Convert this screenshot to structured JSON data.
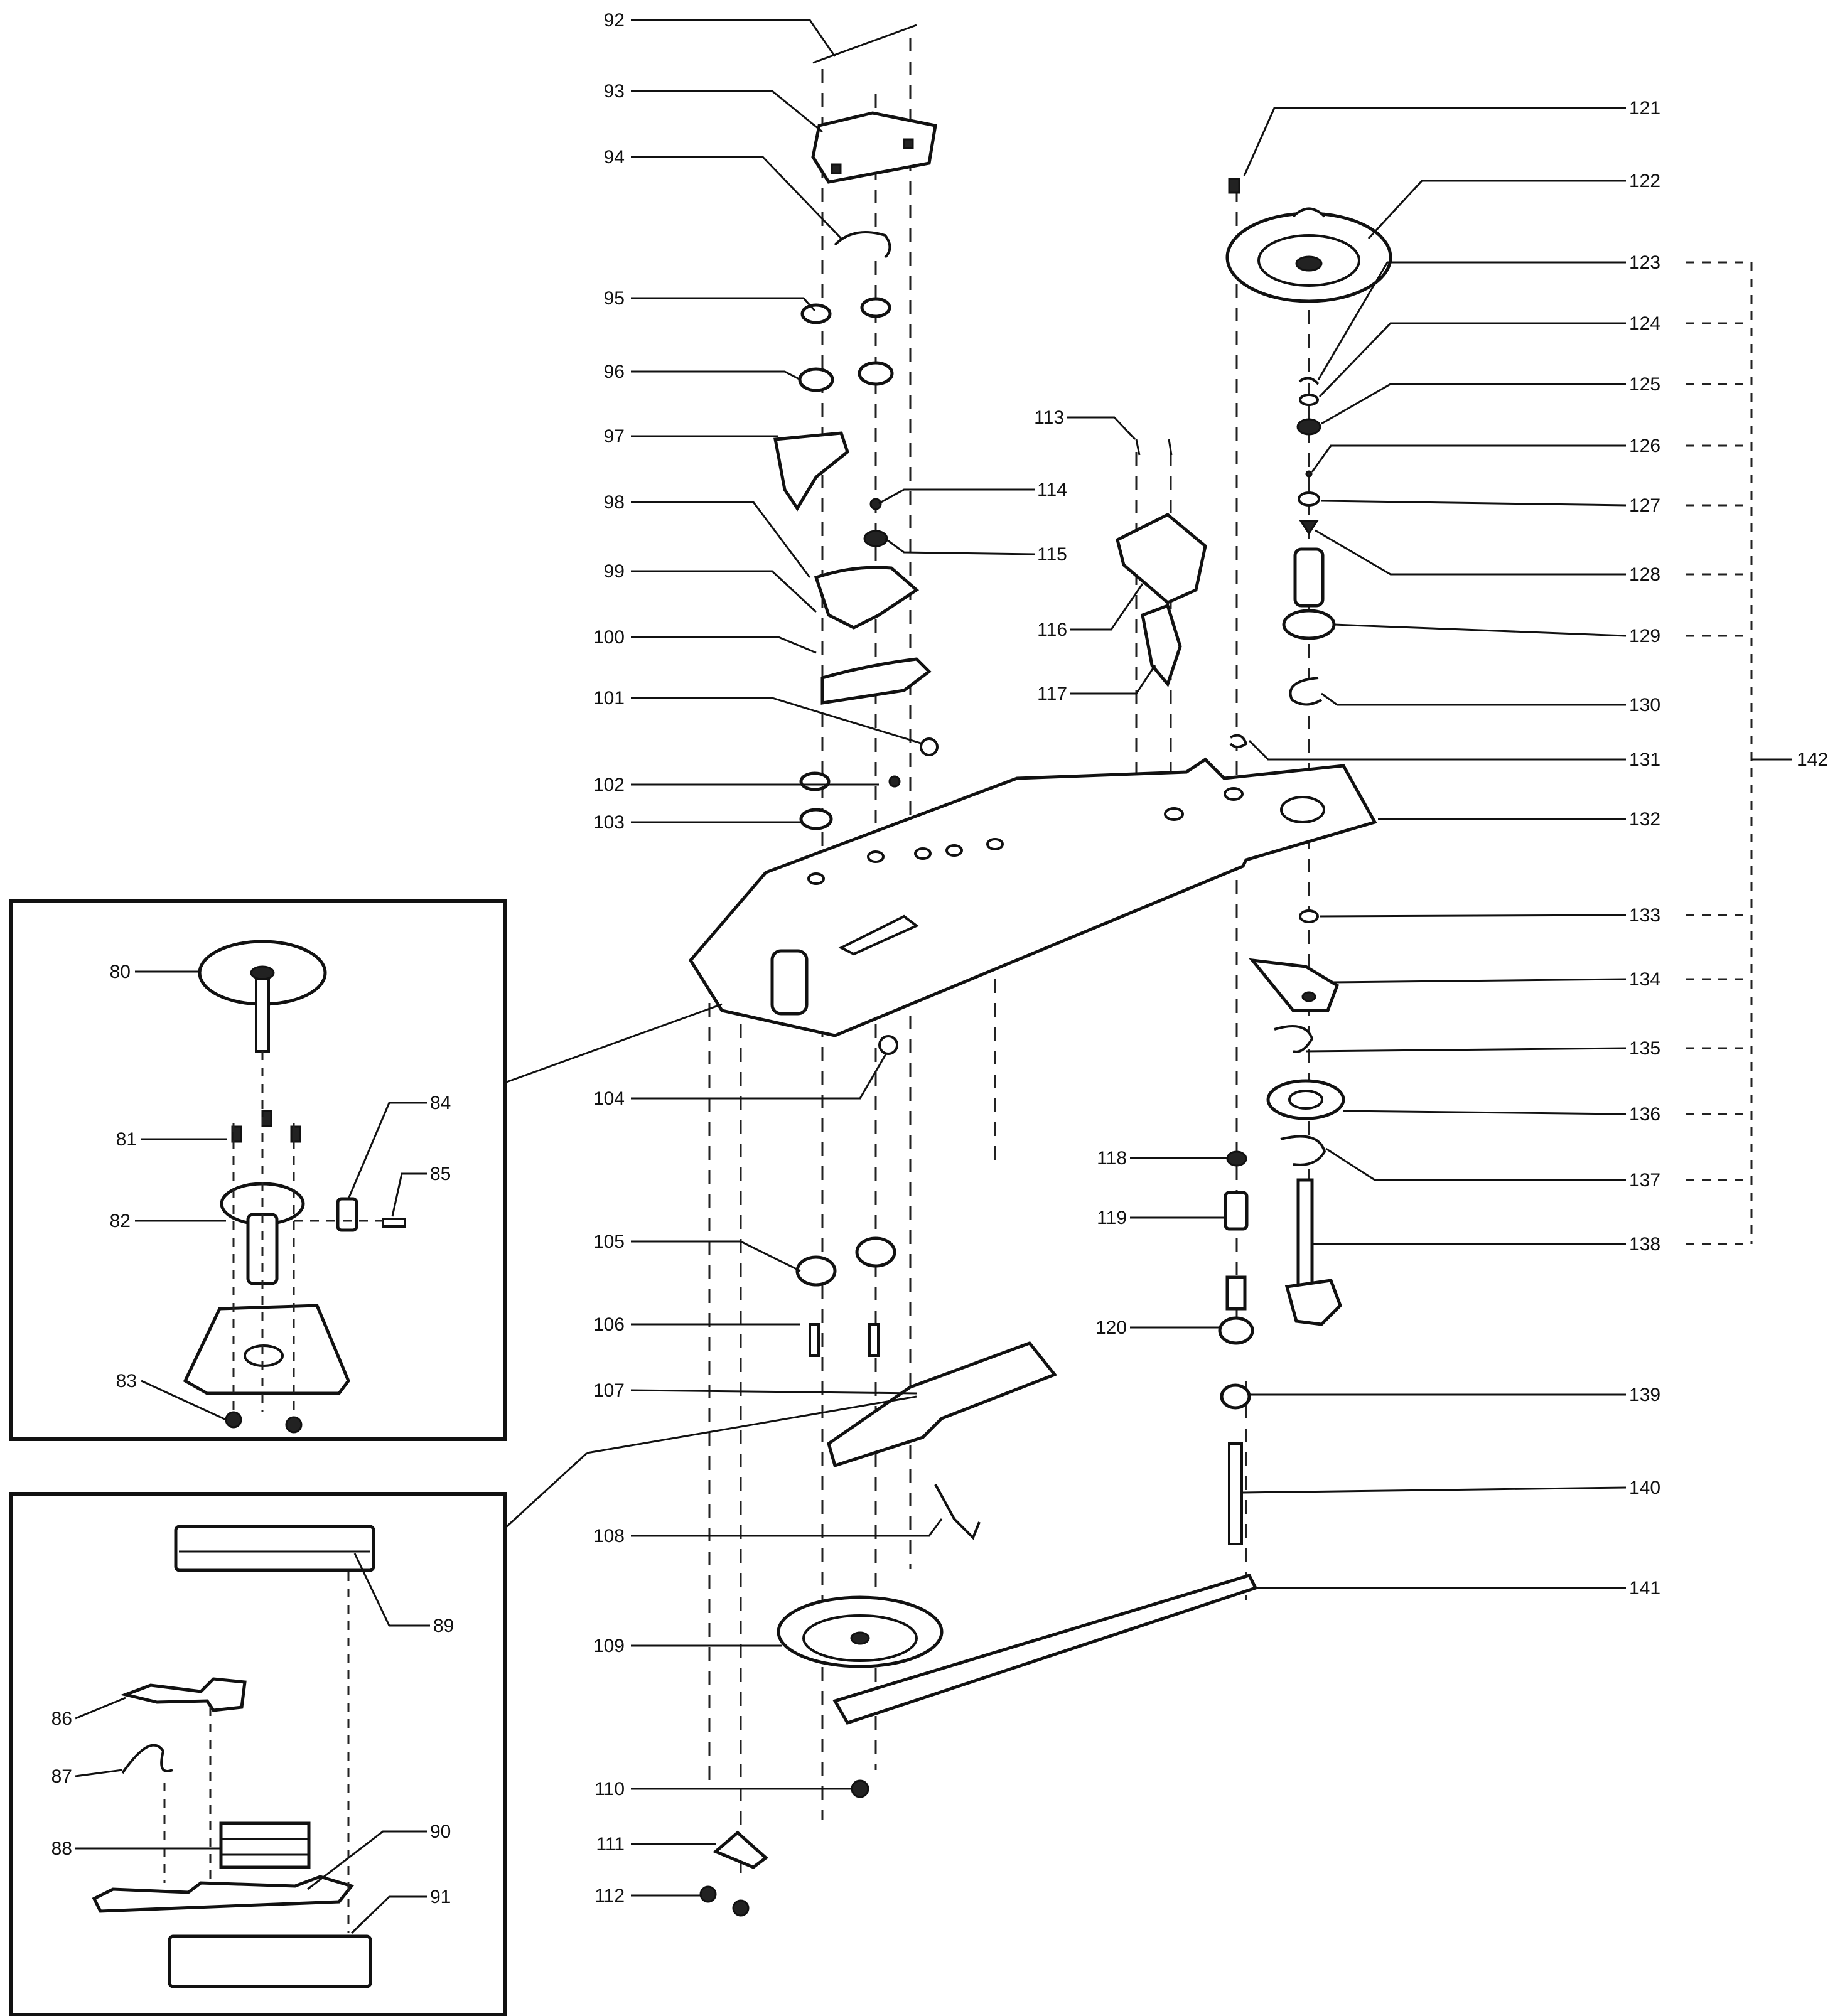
{
  "diagram": {
    "inset_top_labels": [
      "80",
      "81",
      "82",
      "83",
      "84",
      "85"
    ],
    "inset_bottom_labels": [
      "86",
      "87",
      "88",
      "89",
      "90",
      "91"
    ],
    "left_column_labels": [
      "92",
      "93",
      "94",
      "95",
      "96",
      "97",
      "98",
      "99",
      "100",
      "101",
      "102",
      "103",
      "104",
      "105",
      "106",
      "107",
      "108",
      "109",
      "110",
      "111",
      "112"
    ],
    "center_labels": [
      "113",
      "114",
      "115",
      "116",
      "117",
      "118",
      "119",
      "120"
    ],
    "right_column_labels": [
      "121",
      "122",
      "123",
      "124",
      "125",
      "126",
      "127",
      "128",
      "129",
      "130",
      "131",
      "132",
      "133",
      "134",
      "135",
      "136",
      "137",
      "138",
      "139",
      "140",
      "141"
    ],
    "group_label": "142"
  }
}
